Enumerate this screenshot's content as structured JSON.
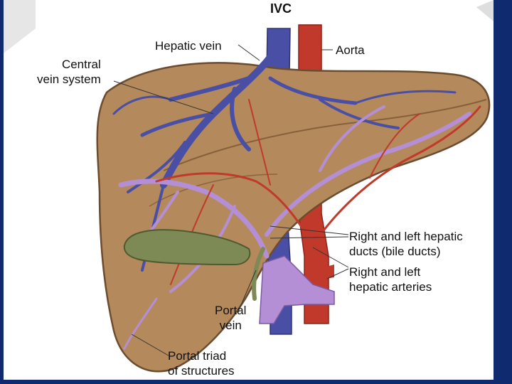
{
  "labels": {
    "ivc": "IVC",
    "hepatic_vein": "Hepatic vein",
    "aorta": "Aorta",
    "central_vein_system": "Central\nvein system",
    "hepatic_ducts": "Right and left hepatic\nducts (bile ducts)",
    "hepatic_arteries": "Right and left\nhepatic arteries",
    "portal_vein": "Portal\nvein",
    "portal_triad": "Portal triad\nof structures"
  },
  "colors": {
    "liver": "#b48a5c",
    "liver_edge": "#6b4c2e",
    "vein_blue": "#4a4fa6",
    "artery_red": "#c0392b",
    "bile_green": "#7d8a55",
    "portal_lavender": "#b48fd6",
    "frame_blue": "#0f2a6e"
  }
}
